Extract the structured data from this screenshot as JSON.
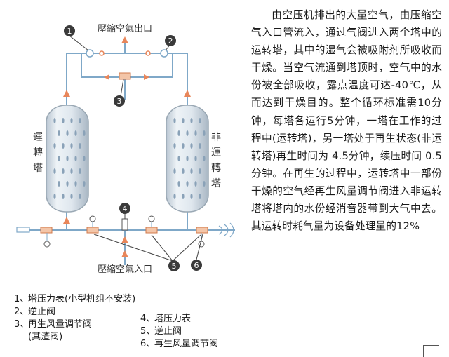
{
  "diagram": {
    "outlet_label": "壓縮空氣出口",
    "inlet_label": "壓縮空氣入口",
    "left_tower_label": [
      "運",
      "轉",
      "塔"
    ],
    "right_tower_label": [
      "非",
      "運",
      "轉",
      "塔"
    ],
    "callouts": [
      "1",
      "2",
      "3",
      "4",
      "5",
      "6"
    ],
    "colors": {
      "pipe": "#7fa8c8",
      "flow_arrow": "#e8865a",
      "tower_shell": "#9aa8b4",
      "tower_fill": "#dde6ee",
      "callout": "#3a3a3a"
    }
  },
  "description": "由空压机排出的大量空气，由压缩空气入口管流入，通过气阀进入两个塔中的运转塔，其中的湿气会被吸附剂所吸收而干燥。当空气流通到塔顶时，空气中的水份被全部吸收，露点温度可达-40℃，从而达到干燥目的。整个循环标准需10分钟，每塔各运行5分钟，一塔在工作的过程中(运转塔)，另一塔处于再生状态(非运转塔)再生时间为 4.5分钟，续压时间 0.5分钟。在再生的过程中，运转塔中一部份干燥的空气经再生风量调节阀进入非运转塔将塔内的水份经消音器带到大气中去。其运转时耗气量为设备处理量的12%",
  "legend": {
    "left": [
      {
        "num": "1、",
        "text": "塔压力表(小型机组不安装)"
      },
      {
        "num": "2、",
        "text": "逆止阀"
      },
      {
        "num": "3、",
        "text": "再生风量调节阀"
      },
      {
        "num": "",
        "text": "(其渣阀)"
      }
    ],
    "right": [
      {
        "num": "4、",
        "text": "塔压力表"
      },
      {
        "num": "5、",
        "text": "逆止阀"
      },
      {
        "num": "6、",
        "text": "再生风量调节阀"
      }
    ]
  }
}
